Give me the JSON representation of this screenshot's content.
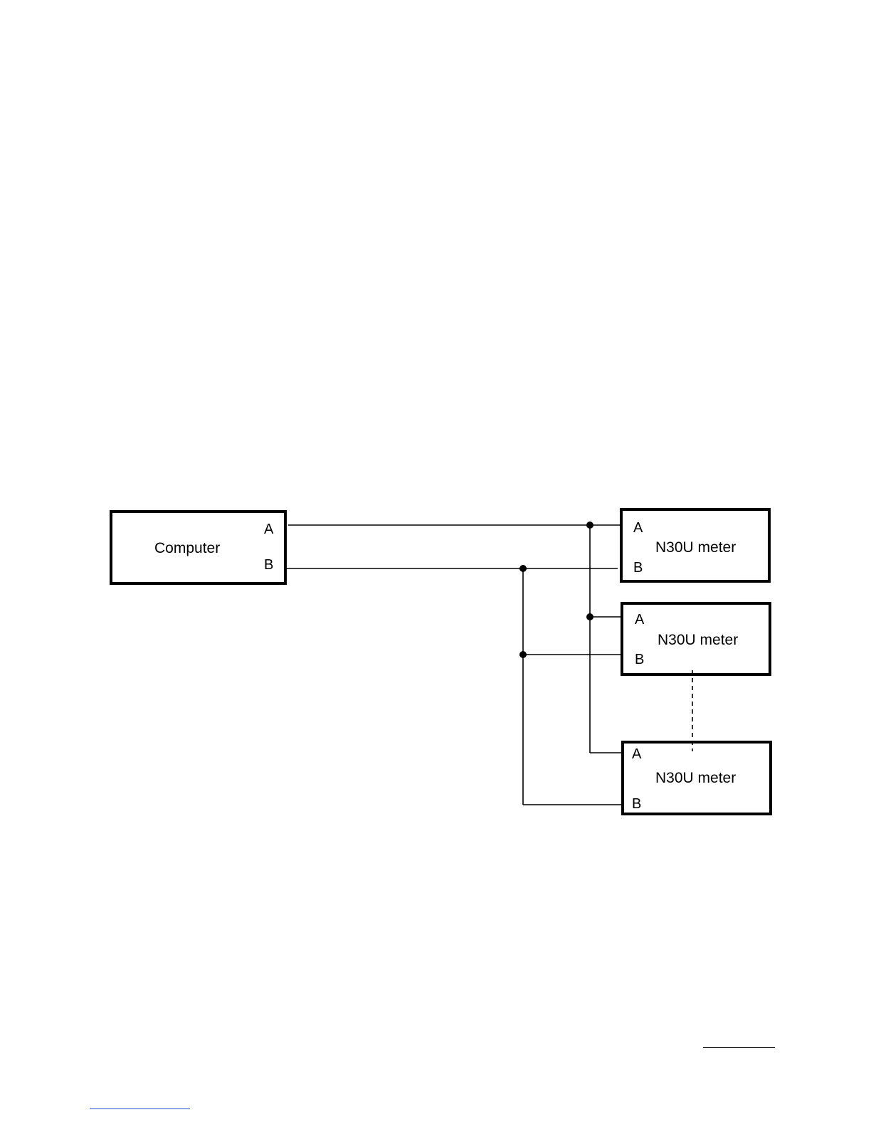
{
  "diagram": {
    "computer": {
      "label": "Computer",
      "pin_a": "A",
      "pin_b": "B"
    },
    "meters": [
      {
        "label": "N30U meter",
        "pin_a": "A",
        "pin_b": "B"
      },
      {
        "label": "N30U meter",
        "pin_a": "A",
        "pin_b": "B"
      },
      {
        "label": "N30U meter",
        "pin_a": "A",
        "pin_b": "B"
      }
    ]
  }
}
